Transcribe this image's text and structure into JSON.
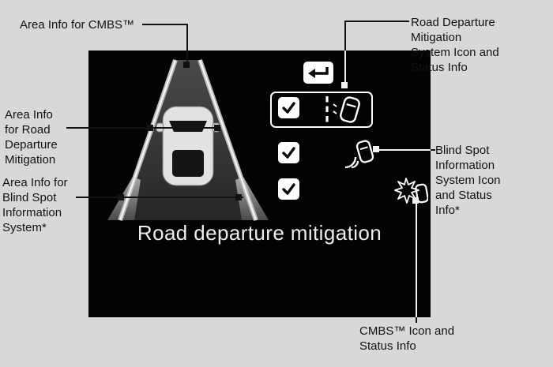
{
  "colors": {
    "page_background": "#d8d8d8",
    "screen_background": "#030303",
    "leader_line": "#121212",
    "leader_line_on_screen": "#f0f0f0",
    "highlight_border": "#ffffff"
  },
  "screen": {
    "caption": "Road departure mitigation",
    "back_button_icon": "return-arrow-icon",
    "settings_rows": [
      {
        "name": "road-departure-mitigation",
        "checked": true,
        "highlighted": true,
        "icon": "road-departure-mitigation-icon"
      },
      {
        "name": "blind-spot-information",
        "checked": true,
        "highlighted": false,
        "icon": "blind-spot-information-icon"
      },
      {
        "name": "cmbs",
        "checked": true,
        "highlighted": false,
        "icon": "cmbs-icon"
      }
    ]
  },
  "callouts": {
    "cmbs_area": "Area Info for CMBS™",
    "rdm_status": "Road Departure\nMitigation\nSystem Icon and\nStatus Info",
    "rdm_area": "Area Info\nfor Road\nDeparture\nMitigation",
    "bsi_area": "Area Info for\nBlind Spot\nInformation\nSystem*",
    "bsi_status": "Blind Spot\nInformation\nSystem Icon\nand Status\nInfo*",
    "cmbs_status": "CMBS™ Icon and\nStatus Info"
  }
}
